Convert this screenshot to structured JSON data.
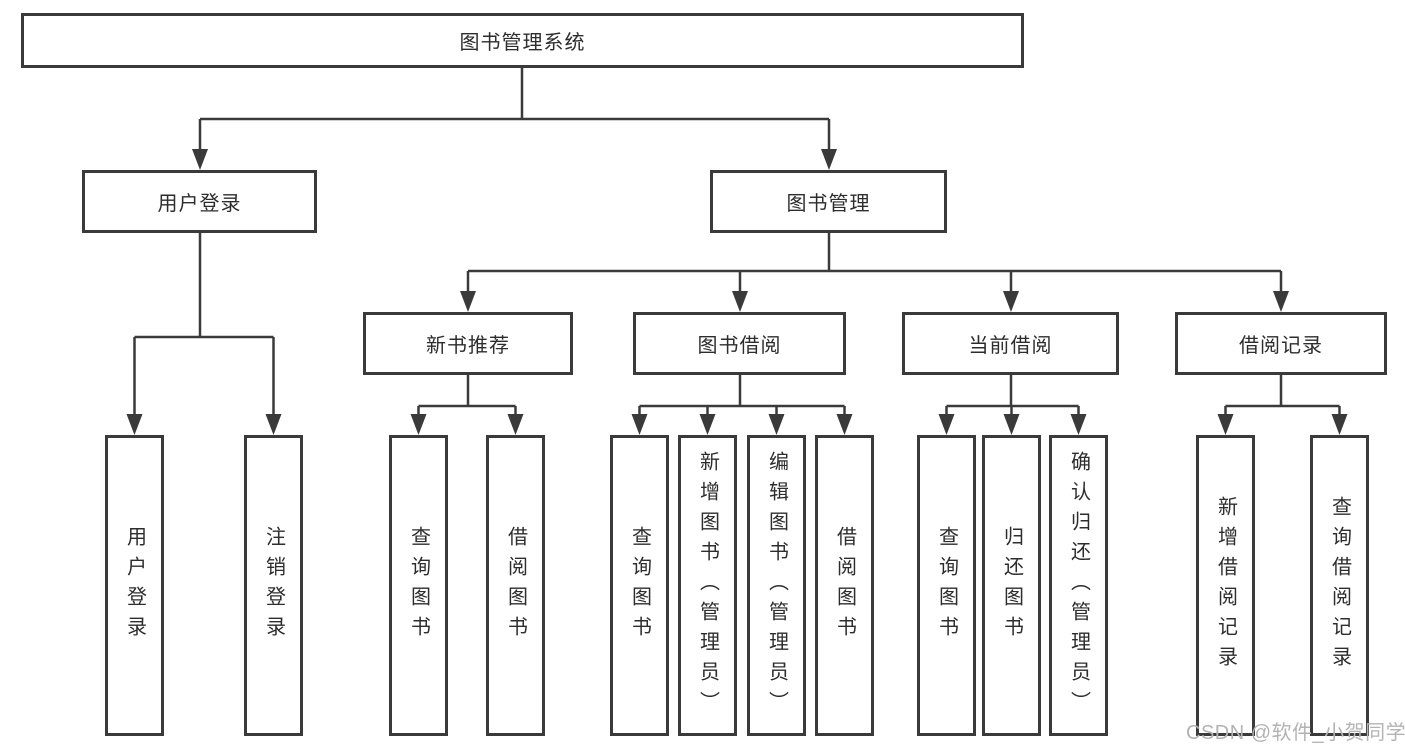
{
  "diagram": {
    "root": {
      "label": "图书管理系统"
    },
    "branches": [
      {
        "label": "用户登录",
        "leaves": [
          "用户登录",
          "注销登录"
        ]
      },
      {
        "label": "图书管理",
        "sections": [
          {
            "label": "新书推荐",
            "leaves": [
              "查询图书",
              "借阅图书"
            ]
          },
          {
            "label": "图书借阅",
            "leaves": [
              "查询图书",
              "新增图书（管理员）",
              "编辑图书（管理员）",
              "借阅图书"
            ]
          },
          {
            "label": "当前借阅",
            "leaves": [
              "查询图书",
              "归还图书",
              "确认归还（管理员）"
            ]
          },
          {
            "label": "借阅记录",
            "leaves": [
              "新增借阅记录",
              "查询借阅记录"
            ]
          }
        ]
      }
    ]
  },
  "watermark": {
    "text": "CSDN @软件_小贺同学"
  },
  "colors": {
    "line": "#3a3a3a",
    "text": "#2d2d2d",
    "watermark": "#b3b3b3",
    "background": "#ffffff"
  }
}
